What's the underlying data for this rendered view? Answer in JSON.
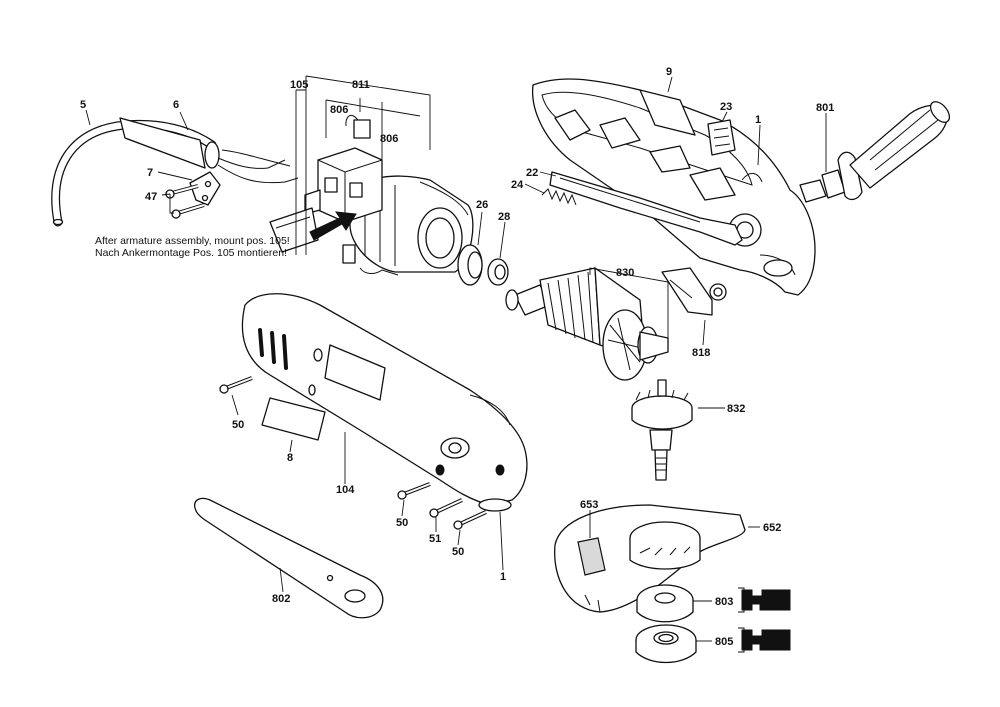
{
  "labels": {
    "p5": "5",
    "p6": "6",
    "p7": "7",
    "p47": "47",
    "p105": "105",
    "p811": "811",
    "p806a": "806",
    "p806b": "806",
    "p9": "9",
    "p23": "23",
    "p1a": "1",
    "p801": "801",
    "p22": "22",
    "p24": "24",
    "p26": "26",
    "p28": "28",
    "p830": "830",
    "p818": "818",
    "p832": "832",
    "p50a": "50",
    "p8": "8",
    "p104": "104",
    "p50b": "50",
    "p51": "51",
    "p50c": "50",
    "p1b": "1",
    "p653": "653",
    "p652": "652",
    "p803": "803",
    "p805": "805",
    "p802": "802"
  },
  "note": {
    "line1": "After armature assembly, mount pos. 105!",
    "line2": "Nach Ankermontage Pos. 105 montieren!"
  }
}
